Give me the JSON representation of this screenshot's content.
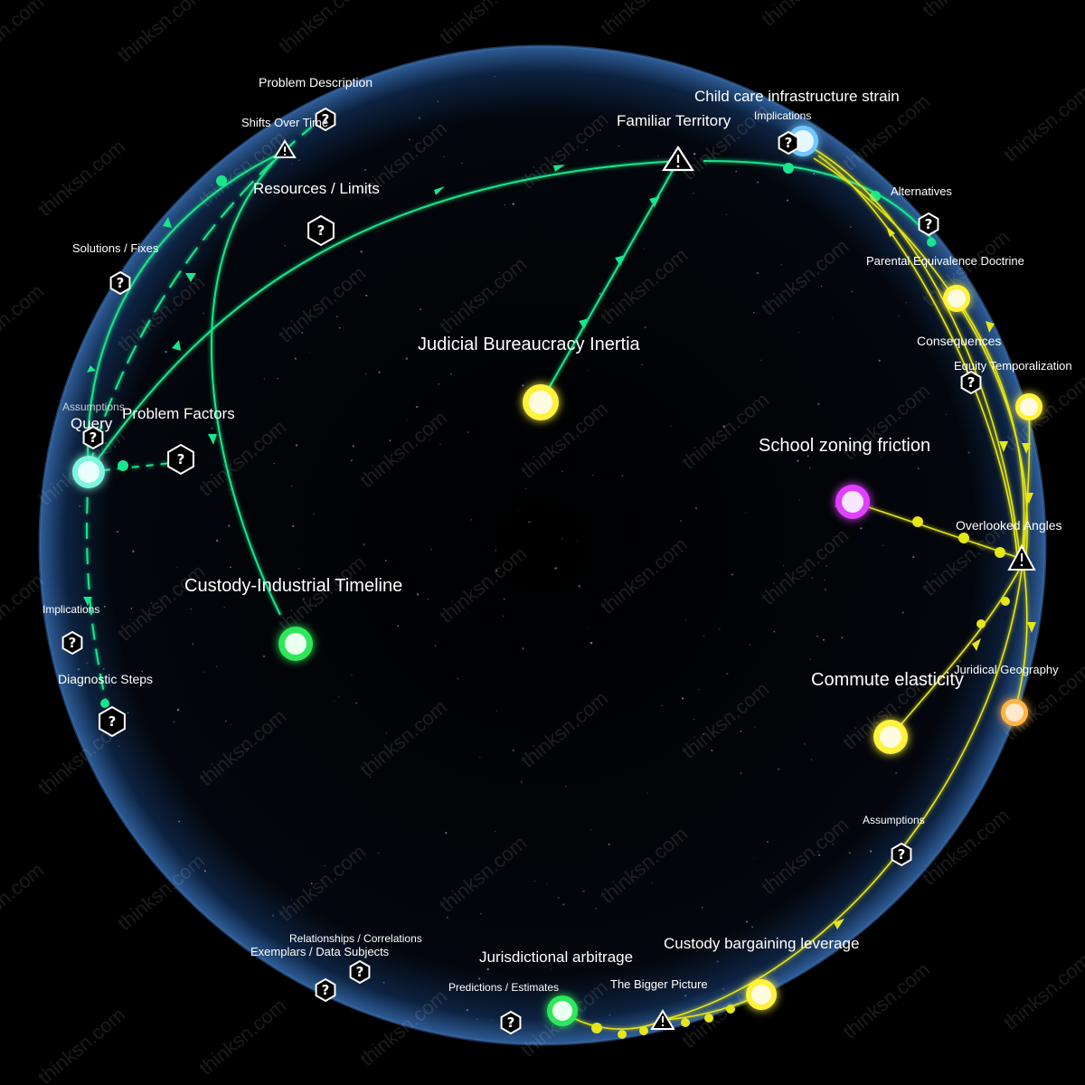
{
  "watermark": "thinksn.com",
  "colors": {
    "background": "#000000",
    "sphere_rim": "#3a6fb0",
    "green_link": "#19e68c",
    "yellow_link": "#e6e619",
    "yellow_node": "#fff23a",
    "green_node": "#2ee85a",
    "cyan_node": "#7ff5e0",
    "blue_node": "#6fc8ff",
    "magenta_node": "#e040ff",
    "orange_node": "#ffb347"
  },
  "nodes": {
    "judicial_bureaucracy": "Judicial Bureaucracy Inertia",
    "custody_industrial": "Custody-Industrial Timeline",
    "school_zoning": "School zoning friction",
    "commute_elasticity": "Commute elasticity",
    "jurisdictional_arbitrage": "Jurisdictional arbitrage",
    "custody_bargaining": "Custody bargaining leverage",
    "child_care": "Child care infrastructure strain",
    "query": "Query",
    "familiar_territory": "Familiar Territory",
    "overlooked_angles": "Overlooked Angles",
    "the_bigger_picture": "The Bigger Picture"
  },
  "categories": {
    "problem_description": "Problem Description",
    "shifts_over_time": "Shifts Over Time",
    "resources_limits": "Resources / Limits",
    "solutions_fixes": "Solutions / Fixes",
    "assumptions_left": "Assumptions",
    "problem_factors": "Problem Factors",
    "implications_left": "Implications",
    "diagnostic_steps": "Diagnostic Steps",
    "implications_top": "Implications",
    "alternatives": "Alternatives",
    "parental_equivalence": "Parental Equivalence Doctrine",
    "consequences": "Consequences",
    "equity_temporalization": "Equity Temporalization",
    "juridical_geography": "Juridical Geography",
    "assumptions_right": "Assumptions",
    "relationships_correlations": "Relationships / Correlations",
    "exemplars": "Exemplars / Data Subjects",
    "predictions_estimates": "Predictions / Estimates"
  },
  "icons": {
    "category": "hexagon-question-icon",
    "pivot": "warning-triangle-icon"
  }
}
